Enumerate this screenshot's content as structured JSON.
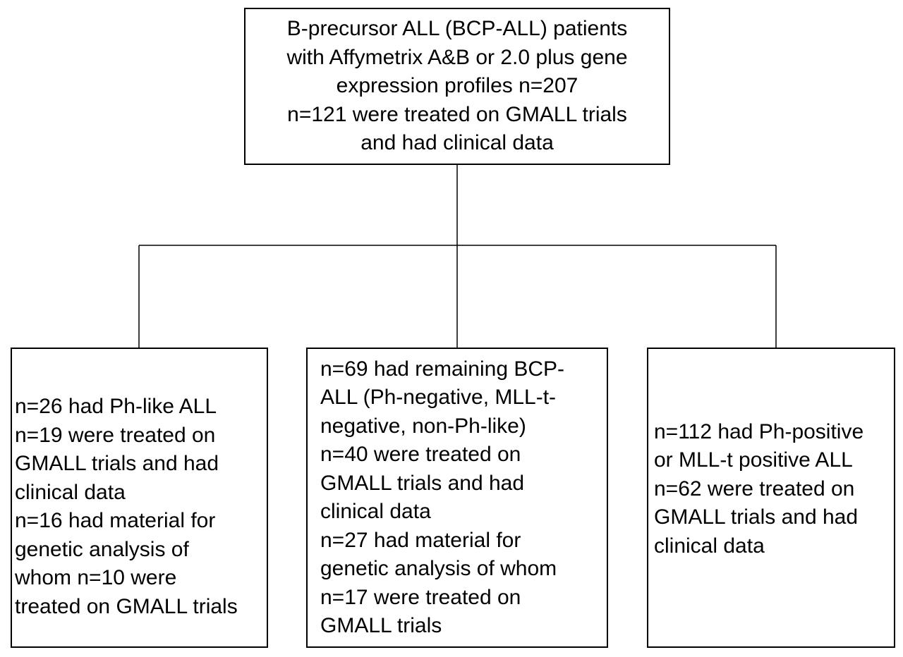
{
  "top_box": {
    "lines": [
      "B-precursor ALL (BCP-ALL) patients",
      "with Affymetrix A&B or 2.0 plus gene",
      "expression profiles n=207",
      "n=121 were treated on GMALL trials",
      "and had clinical data"
    ]
  },
  "left_box": {
    "lines": [
      "n=26 had Ph-like ALL",
      "n=19 were treated on",
      "GMALL trials and had",
      "clinical data",
      "n=16 had material for",
      "genetic analysis of",
      "whom  n=10 were",
      "treated on GMALL trials"
    ]
  },
  "middle_box": {
    "lines": [
      "n=69 had remaining BCP-",
      "ALL (Ph-negative, MLL-t-",
      "negative, non-Ph-like)",
      "n=40 were treated on",
      "GMALL trials and had",
      "clinical data",
      "n=27 had material for",
      "genetic analysis of whom",
      "n=17 were treated on",
      "GMALL trials"
    ]
  },
  "right_box": {
    "lines": [
      "n=112 had Ph-positive",
      "or MLL-t positive ALL",
      "n=62 were treated on",
      "GMALL trials and had",
      "clinical data"
    ]
  },
  "colors": {
    "line": "#000000",
    "background": "#ffffff"
  }
}
